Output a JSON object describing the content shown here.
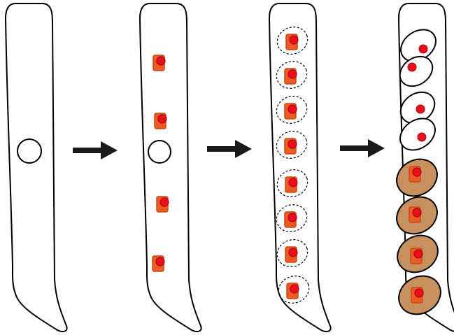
{
  "colors": {
    "outline": "#000000",
    "fill": "#ffffff",
    "plastid_orange": "#ee5a24",
    "plastid_orange_dark": "#c84a14",
    "nucleus_red": "#e8101c",
    "nucleus_red_dark": "#b00010",
    "cell_tan": "#c6915f",
    "arrow": "#1a1a1a"
  },
  "panels": [
    {
      "name": "panel-1-single-nucleus",
      "nuclei": 1,
      "plastids": 0
    },
    {
      "name": "panel-2-nuclear-division",
      "nuclei": 4,
      "plastids": 4
    },
    {
      "name": "panel-3-cellularization",
      "nuclei": 8,
      "plastids": 8
    },
    {
      "name": "panel-4-spores",
      "nuclei": 8,
      "plastids": 4
    }
  ],
  "arrows": [
    {
      "from": "panel-1",
      "to": "panel-2",
      "icon": "right-arrow-icon"
    },
    {
      "from": "panel-2",
      "to": "panel-3",
      "icon": "right-arrow-icon"
    },
    {
      "from": "panel-3",
      "to": "panel-4",
      "icon": "right-arrow-icon"
    }
  ]
}
